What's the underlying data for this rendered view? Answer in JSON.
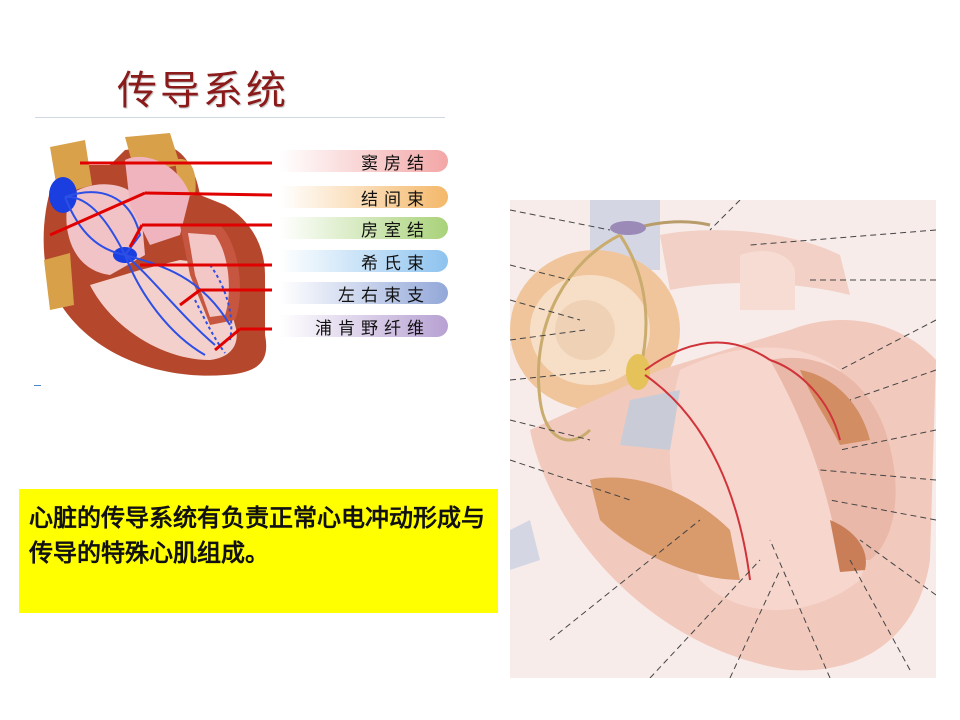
{
  "slide": {
    "title": "传导系统",
    "labels": [
      {
        "text": "窦房结",
        "color": "#f3a6a6"
      },
      {
        "text": "结间束",
        "color": "#f4b86a"
      },
      {
        "text": "房室结",
        "color": "#a9d27a"
      },
      {
        "text": "希氏束",
        "color": "#8dc3ef"
      },
      {
        "text": "左右束支",
        "color": "#93a8d9"
      },
      {
        "text": "浦肯野纤维",
        "color": "#b7a1d3"
      }
    ],
    "note": "心脏的传导系统有负责正常心电冲动形成与传导的特殊心肌组成。"
  }
}
